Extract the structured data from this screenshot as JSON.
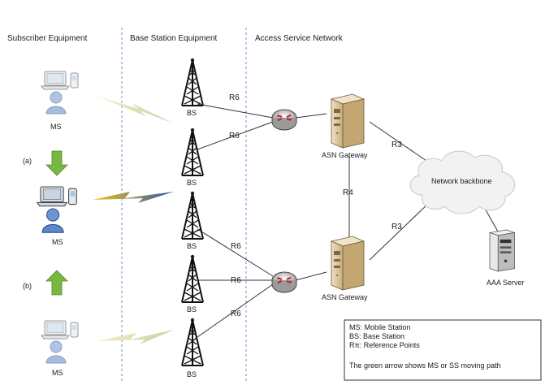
{
  "columns": {
    "subscriber": "Subscriber Equipment",
    "base_station": "Base Station Equipment",
    "asn": "Access Service Network"
  },
  "labels": {
    "ms": "MS",
    "bs": "BS",
    "a": "(a)",
    "b": "(b)",
    "asn_gateway": "ASN Gateway",
    "network_backbone": "Network backbone",
    "aaa_server": "AAA Server"
  },
  "refs": {
    "r6": "R6",
    "r3": "R3",
    "r4": "R4"
  },
  "legend": {
    "ms": "MS: Mobile Station",
    "bs": "BS: Base Station",
    "rn": "Rπ: Reference Points",
    "note": "The green arrow shows MS or SS moving path"
  },
  "colors": {
    "divider": "#7fa7d8",
    "line": "#333333",
    "green_arrow": "#79b642",
    "signal_active": "#f1c21b",
    "signal_active_2": "#2e5aa8",
    "signal_faded": "#d9dda6",
    "server_body": "#d9c197",
    "cloud_fill": "#f2f2f2",
    "user_blue": "#5f86c6"
  },
  "icons": [
    "laptop-icon",
    "phone-icon",
    "user-icon",
    "tower-icon",
    "router-icon",
    "server-icon",
    "cloud-icon",
    "lightning-icon",
    "arrow-down-icon",
    "arrow-up-icon"
  ]
}
